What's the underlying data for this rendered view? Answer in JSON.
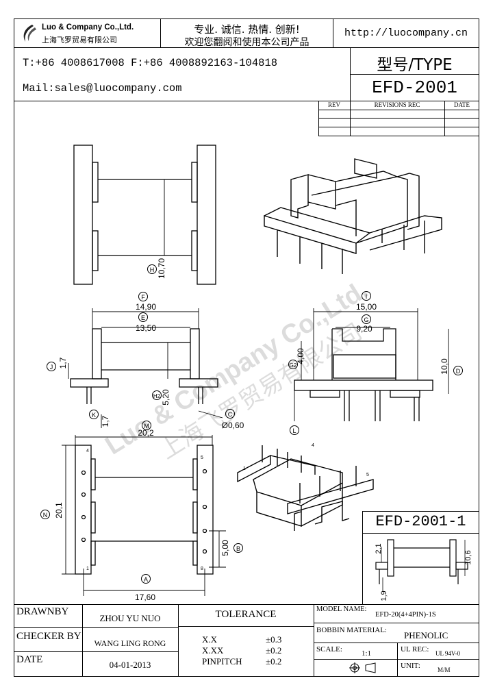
{
  "header": {
    "company_name": "Luo & Company Co.,Ltd.",
    "company_name_cn": "上海飞罗贸易有限公司",
    "slogan_line1": "专业. 诚信. 热情. 创新!",
    "slogan_line2": "欢迎您翻阅和使用本公司产品",
    "website": "http://luocompany.cn",
    "phone_fax": "T:+86 4008617008 F:+86 4008892163-104818",
    "mail": "Mail:sales@luocompany.com",
    "type_label": "型号/TYPE",
    "model": "EFD-2001"
  },
  "revisions": {
    "col_rev": "REV",
    "col_revisions": "REVISIONS REC",
    "col_date": "DATE"
  },
  "watermark": {
    "text_en": "Luo & Company Co.,Ltd.",
    "text_cn": "上海飞罗贸易有限公司"
  },
  "drawing": {
    "dim_h": "10,70",
    "dim_f": "14,90",
    "dim_e": "13,50",
    "dim_j": "1,7",
    "dim_h2": "5,20",
    "dim_k": "1,7",
    "dim_c": "Ø0,60",
    "dim_i": "15,00",
    "dim_g": "9,20",
    "dim_g2": "4,00",
    "dim_d": "10,0",
    "dim_m": "20,2",
    "dim_n": "20,1",
    "dim_a": "17,60",
    "dim_b": "5,00",
    "lbl_h": "H",
    "lbl_f": "F",
    "lbl_e": "E",
    "lbl_j": "J",
    "lbl_h2": "H2",
    "lbl_k": "K",
    "lbl_c": "C",
    "lbl_i": "I",
    "lbl_g": "G",
    "lbl_g2": "G2",
    "lbl_d": "D",
    "lbl_l": "L",
    "lbl_m": "M",
    "lbl_n": "N",
    "lbl_a": "A",
    "lbl_b": "B",
    "pin_1": "1",
    "pin_4": "4",
    "pin_5": "5",
    "pin_8": "8",
    "variant_title": "EFD-2001-1",
    "var_dim_1": "2,1",
    "var_dim_2": "10,6",
    "var_dim_3": "1,9"
  },
  "titleblock": {
    "drawnby_label": "DRAWNBY",
    "drawnby_value": "ZHOU YU NUO",
    "checker_label": "CHECKER BY",
    "checker_value": "WANG LING RONG",
    "date_label": "DATE",
    "date_value": "04-01-2013",
    "tolerance_label": "TOLERANCE",
    "tol_x": "X.X",
    "tol_x_val": "±0.3",
    "tol_xx": "X.XX",
    "tol_xx_val": "±0.2",
    "tol_pin": "PINPITCH",
    "tol_pin_val": "±0.2",
    "model_name_label": "MODEL NAME:",
    "model_name_value": "EFD-20(4+4PIN)-1S",
    "bobbin_label": "BOBBIN MATERIAL:",
    "bobbin_value": "PHENOLIC",
    "scale_label": "SCALE:",
    "scale_value": "1:1",
    "ul_label": "UL REC:",
    "ul_value": "UL 94V-0",
    "unit_label": "UNIT:",
    "unit_value": "M/M"
  }
}
